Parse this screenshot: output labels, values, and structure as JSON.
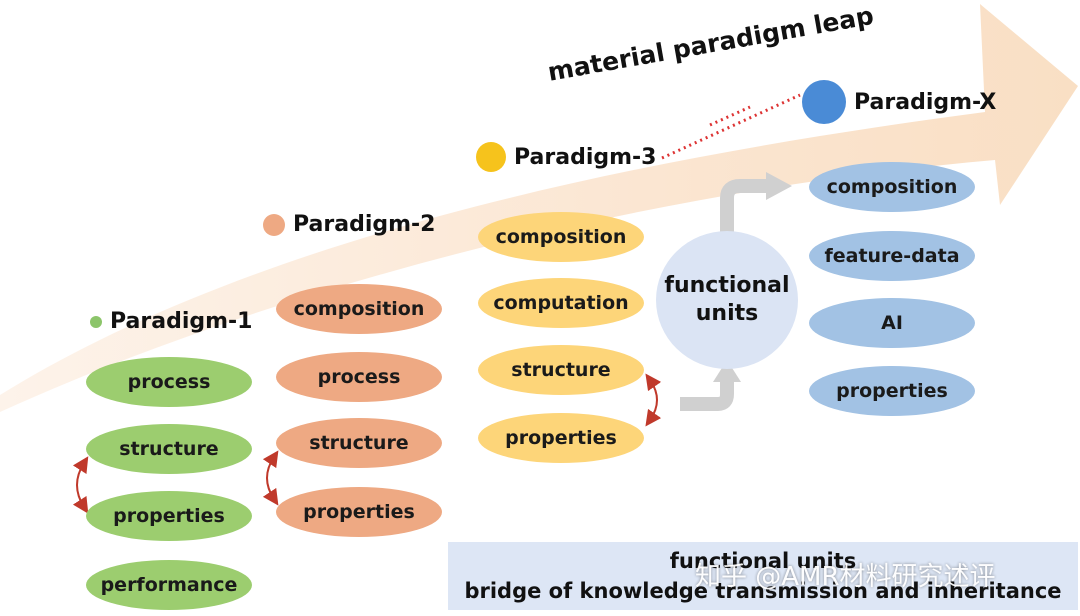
{
  "title": "material paradigm leap",
  "paradigms": [
    {
      "label": "Paradigm-1",
      "dot_color": "#8cc56a",
      "items": [
        "process",
        "structure",
        "properties",
        "performance"
      ]
    },
    {
      "label": "Paradigm-2",
      "dot_color": "#eea983",
      "items": [
        "composition",
        "process",
        "structure",
        "properties"
      ]
    },
    {
      "label": "Paradigm-3",
      "dot_color": "#f6c31c",
      "items": [
        "composition",
        "computation",
        "structure",
        "properties"
      ]
    },
    {
      "label": "Paradigm-X",
      "dot_color": "#4a8bd6",
      "items": [
        "composition",
        "feature-data",
        "AI",
        "properties"
      ]
    }
  ],
  "functional_units": {
    "line1": "functional",
    "line2": "units"
  },
  "banner": {
    "line1": "functional units",
    "line2": "bridge of knowledge transmission and inheritance"
  },
  "watermark": "知乎 @AMR材料研究述评",
  "colors": {
    "arrow": "#fbe8d4",
    "green": "#9ccd6f",
    "orange": "#eea983",
    "yellow": "#fdd579",
    "blue": "#a2c2e4",
    "red_arrow": "#c0392b",
    "grey_arrow": "#d0d0d0"
  }
}
